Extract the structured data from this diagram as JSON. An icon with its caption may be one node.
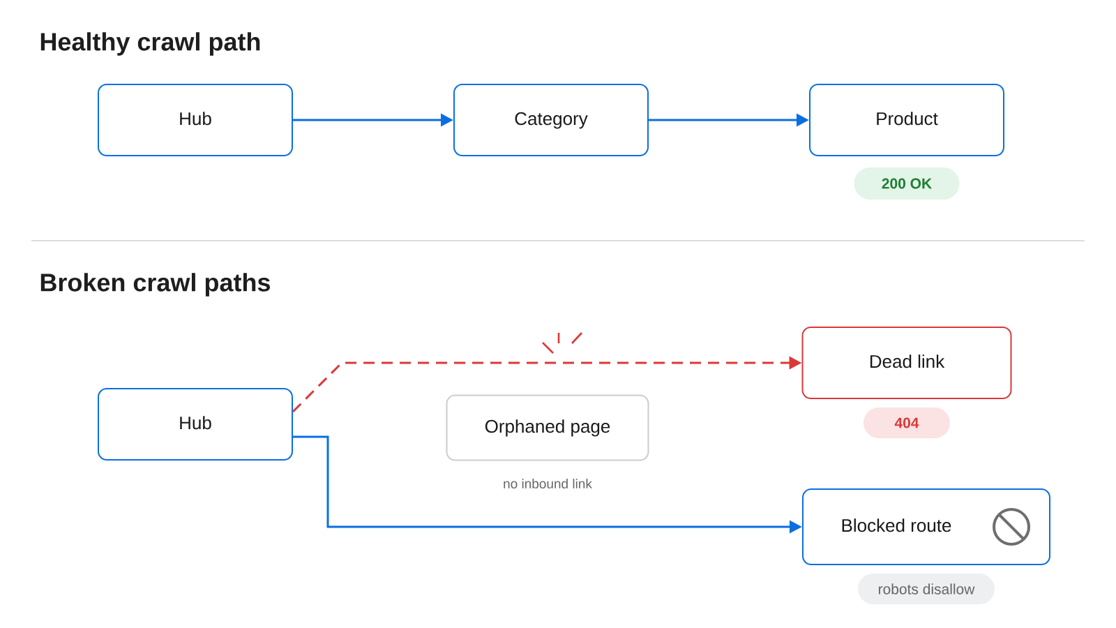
{
  "diagram": {
    "nodes": [
      {
        "text": [
          "Hub"
        ]
      },
      {
        "text": [
          "Category"
        ]
      },
      {
        "text": [
          "Product"
        ],
        "beside": [
          "200 OK"
        ]
      },
      {
        "text": [
          "Hub"
        ]
      },
      {
        "text": [
          "Orphaned page"
        ],
        "beside": [
          "no inbound link"
        ]
      },
      {
        "text": [
          "Dead link"
        ],
        "beside": [
          "404"
        ]
      },
      {
        "text": [
          "Blocked route"
        ],
        "beside": [
          "robots disallow"
        ]
      }
    ],
    "edges": [
      {
        "from": 0,
        "to": 1,
        "arrow": "to"
      },
      {
        "from": 1,
        "to": 2,
        "arrow": "to"
      },
      {
        "from": 3,
        "to": 5,
        "arrow": "to",
        "style": "dashed",
        "color": "#dc3838"
      },
      {
        "from": 3,
        "to": 6,
        "arrow": "to"
      }
    ],
    "labels": [
      "Healthy crawl path",
      "Broken crawl paths"
    ]
  }
}
